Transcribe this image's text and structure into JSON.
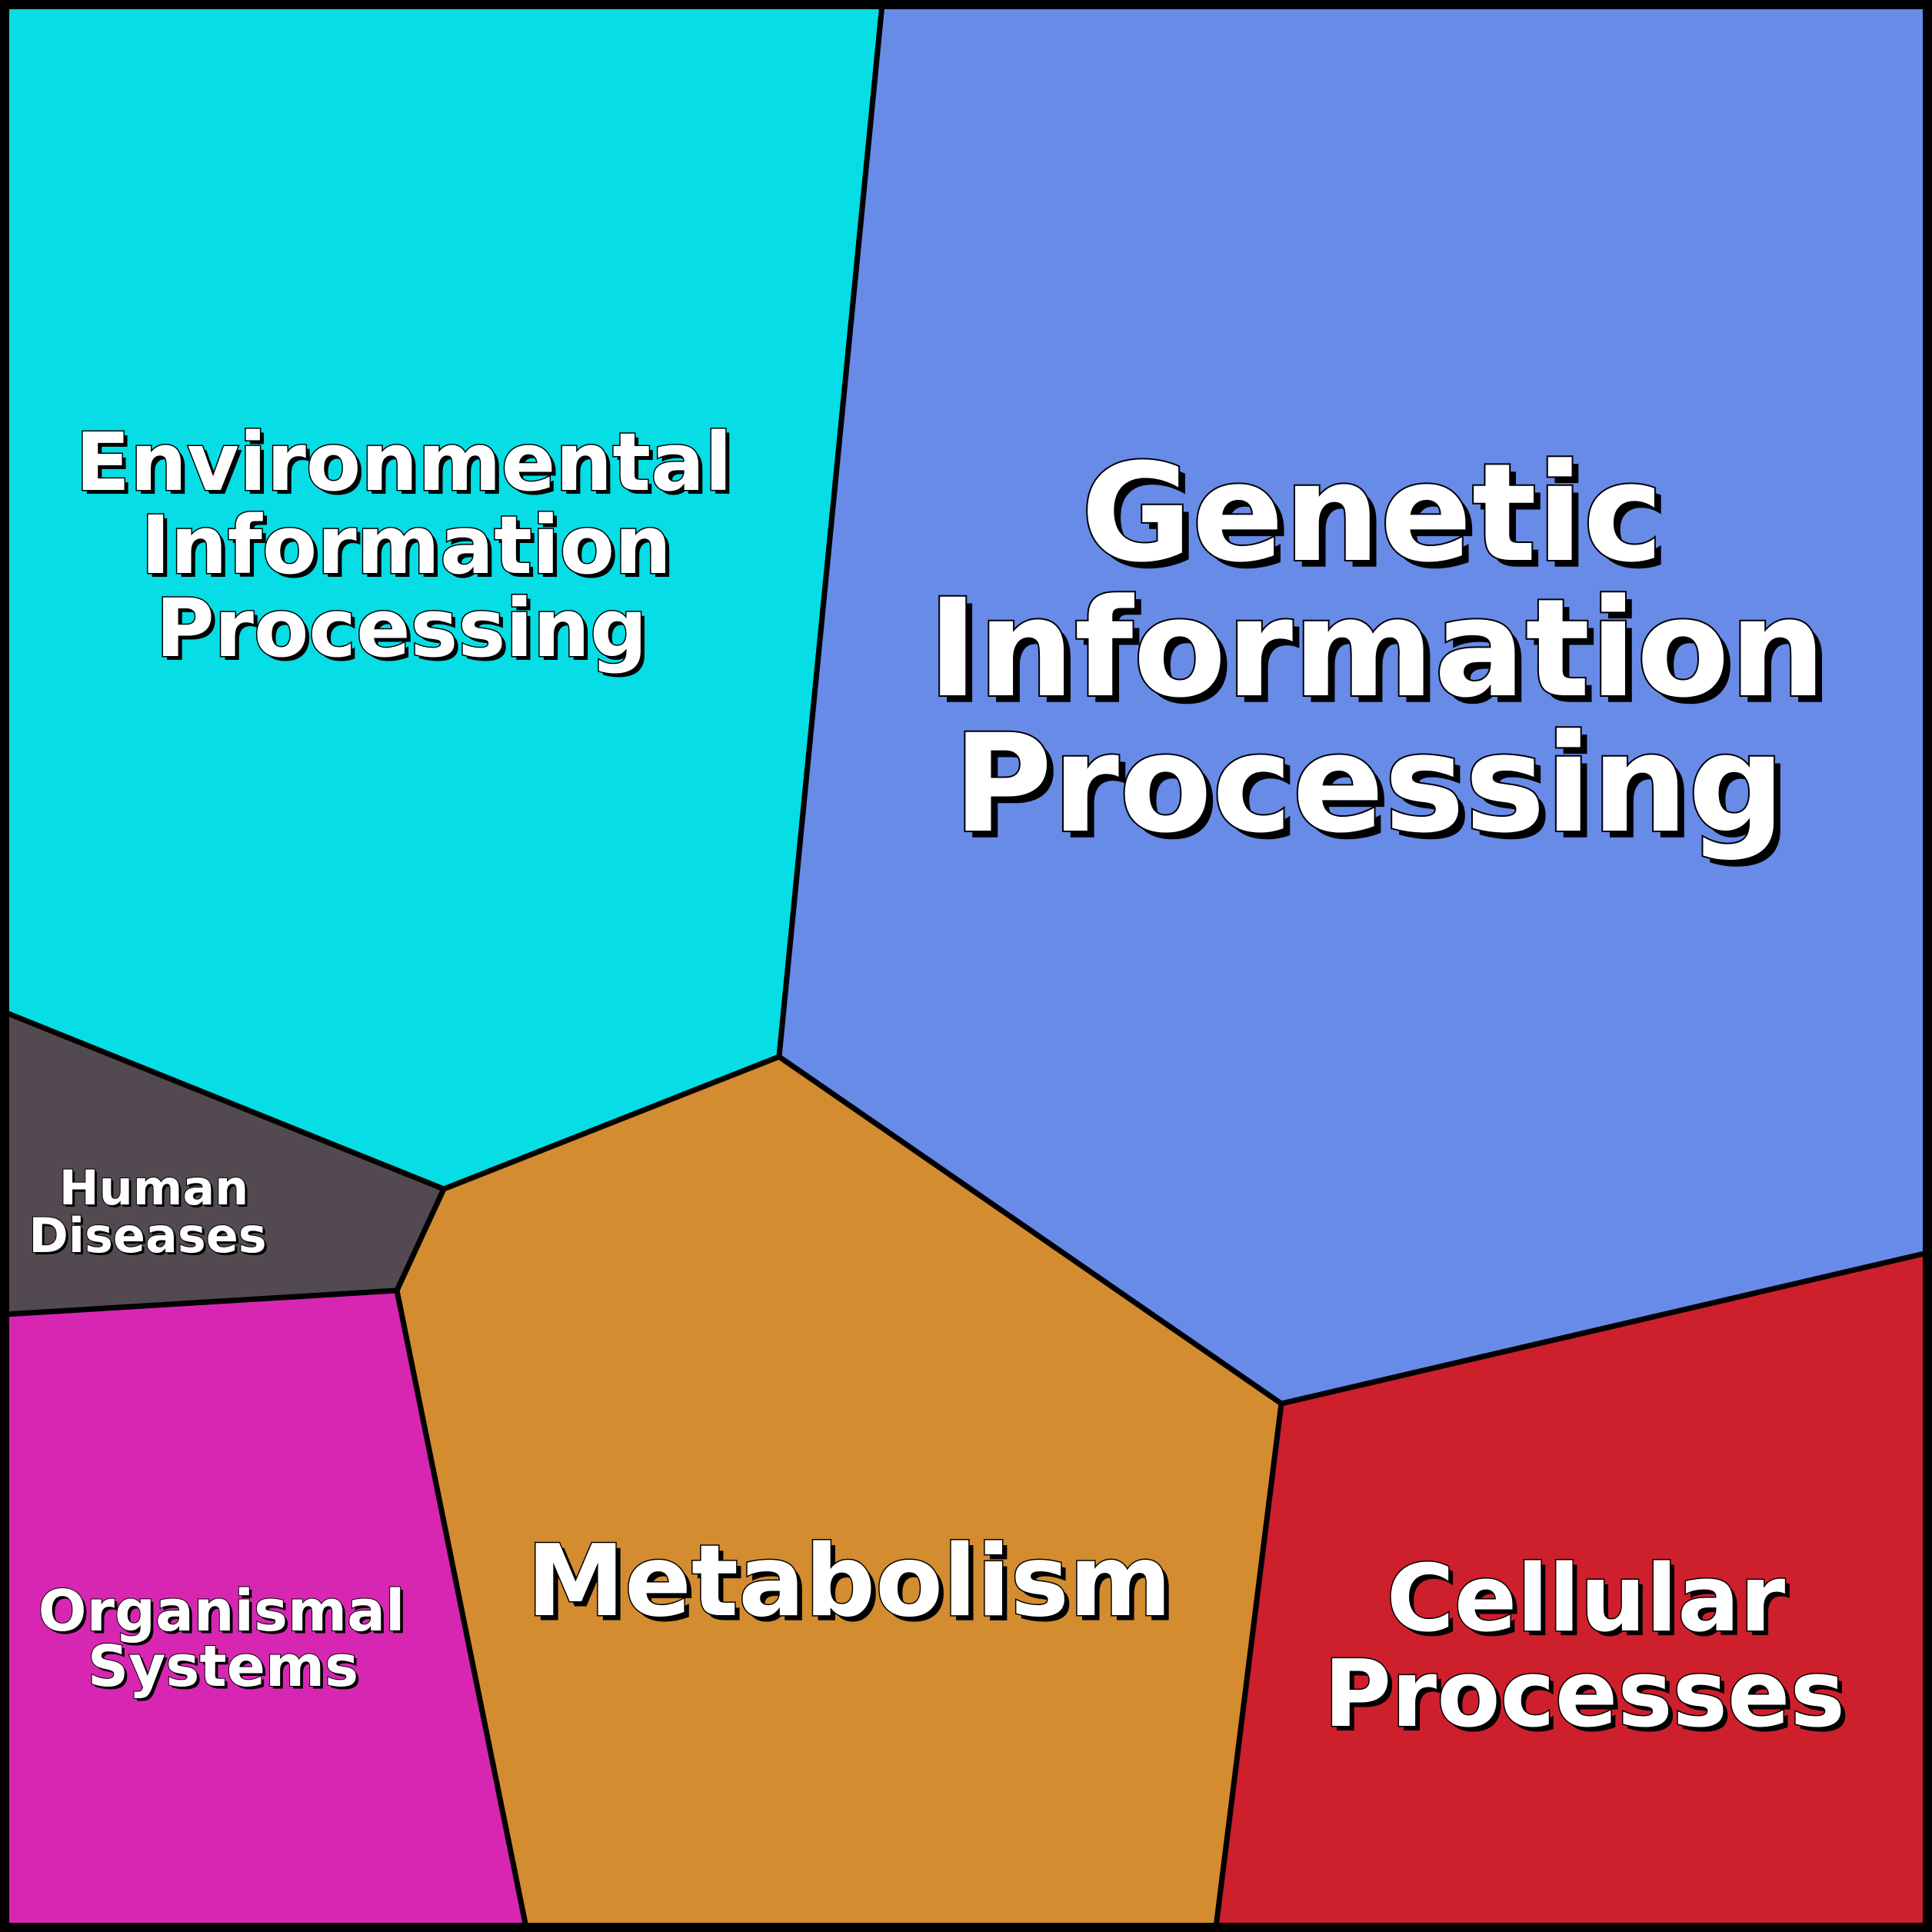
{
  "regions": {
    "environmental": {
      "color": "#06dde4",
      "label_lines": [
        "Environmental",
        "Information",
        "Processing"
      ]
    },
    "genetic": {
      "color": "#688be8",
      "label_lines": [
        "Genetic",
        "Information",
        "Processing"
      ]
    },
    "human_diseases": {
      "color": "#524a50",
      "label_lines": [
        "Human",
        "Diseases"
      ]
    },
    "metabolism": {
      "color": "#d38c2f",
      "label_lines": [
        "Metabolism"
      ]
    },
    "organismal": {
      "color": "#d727b2",
      "label_lines": [
        "Organismal",
        "Systems"
      ]
    },
    "cellular": {
      "color": "#cd1f2c",
      "label_lines": [
        "Cellular",
        "Processes"
      ]
    }
  }
}
